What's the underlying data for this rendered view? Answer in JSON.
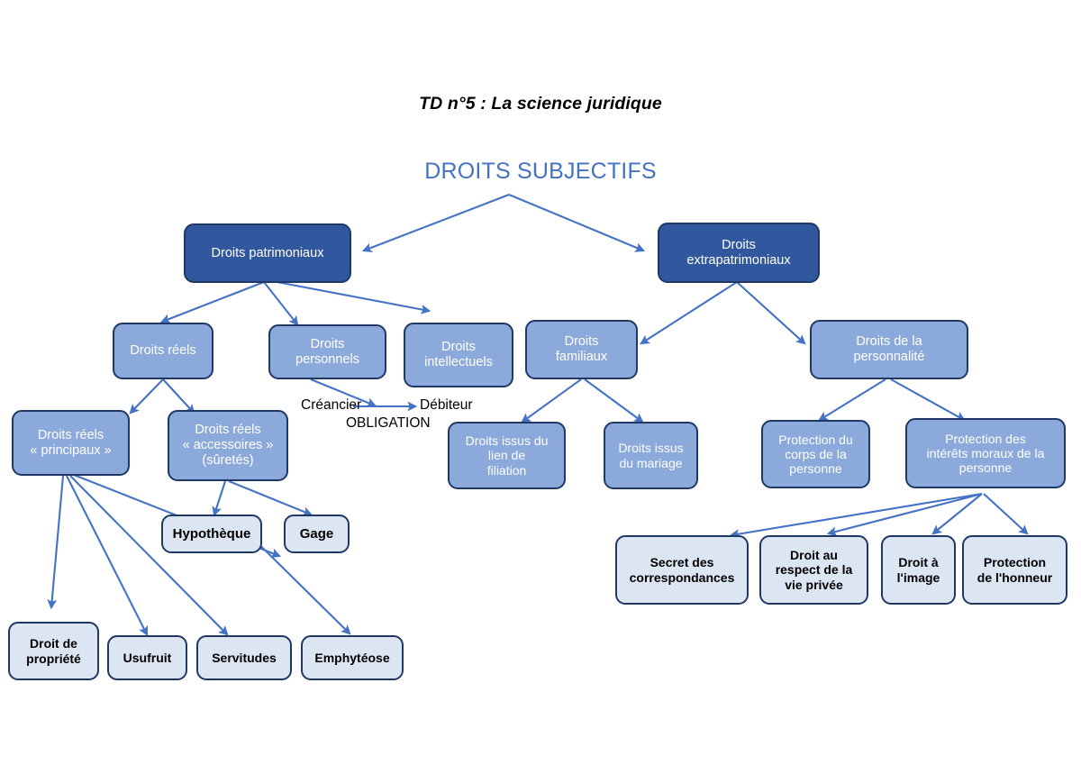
{
  "document": {
    "title": "TD n°5 : La science juridique",
    "root_label": "DROITS SUBJECTIFS"
  },
  "colors": {
    "root_text": "#4472C4",
    "level1_fill": "#31589E",
    "level2_fill": "#8BA9DB",
    "leaf_fill": "#DCE5F2",
    "node_border": "#203864",
    "arrow": "#4472C4",
    "title_text": "#000000"
  },
  "annotations": {
    "creancier": "Créancier",
    "debiteur": "Débiteur",
    "obligation": "OBLIGATION"
  },
  "nodes": {
    "patrimoniaux": "Droits patrimoniaux",
    "extrapatrimoniaux": "Droits\nextrapatrimoniaux",
    "droits_reels": "Droits réels",
    "droits_personnels": "Droits\npersonnels",
    "droits_intellectuels": "Droits\nintellectuels",
    "droits_familiaux": "Droits\nfamiliaux",
    "droits_personnalite": "Droits de la\npersonnalité",
    "reels_principaux": "Droits réels\n« principaux »",
    "reels_accessoires": "Droits réels\n« accessoires »\n(sûretés)",
    "hypotheque": "Hypothèque",
    "gage": "Gage",
    "droit_propriete": "Droit de\npropriété",
    "usufruit": "Usufruit",
    "servitudes": "Servitudes",
    "emphyteose": "Emphytéose",
    "droits_filiation": "Droits issus du\nlien de\nfiliation",
    "droits_mariage": "Droits issus\ndu mariage",
    "protection_corps": "Protection du\ncorps de la\npersonne",
    "protection_interets": "Protection des\nintérêts moraux de la\npersonne",
    "secret_correspondances": "Secret des\ncorrespondances",
    "droit_vie_privee": "Droit au\nrespect de la\nvie privée",
    "droit_image": "Droit à\nl'image",
    "protection_honneur": "Protection\nde l'honneur"
  }
}
